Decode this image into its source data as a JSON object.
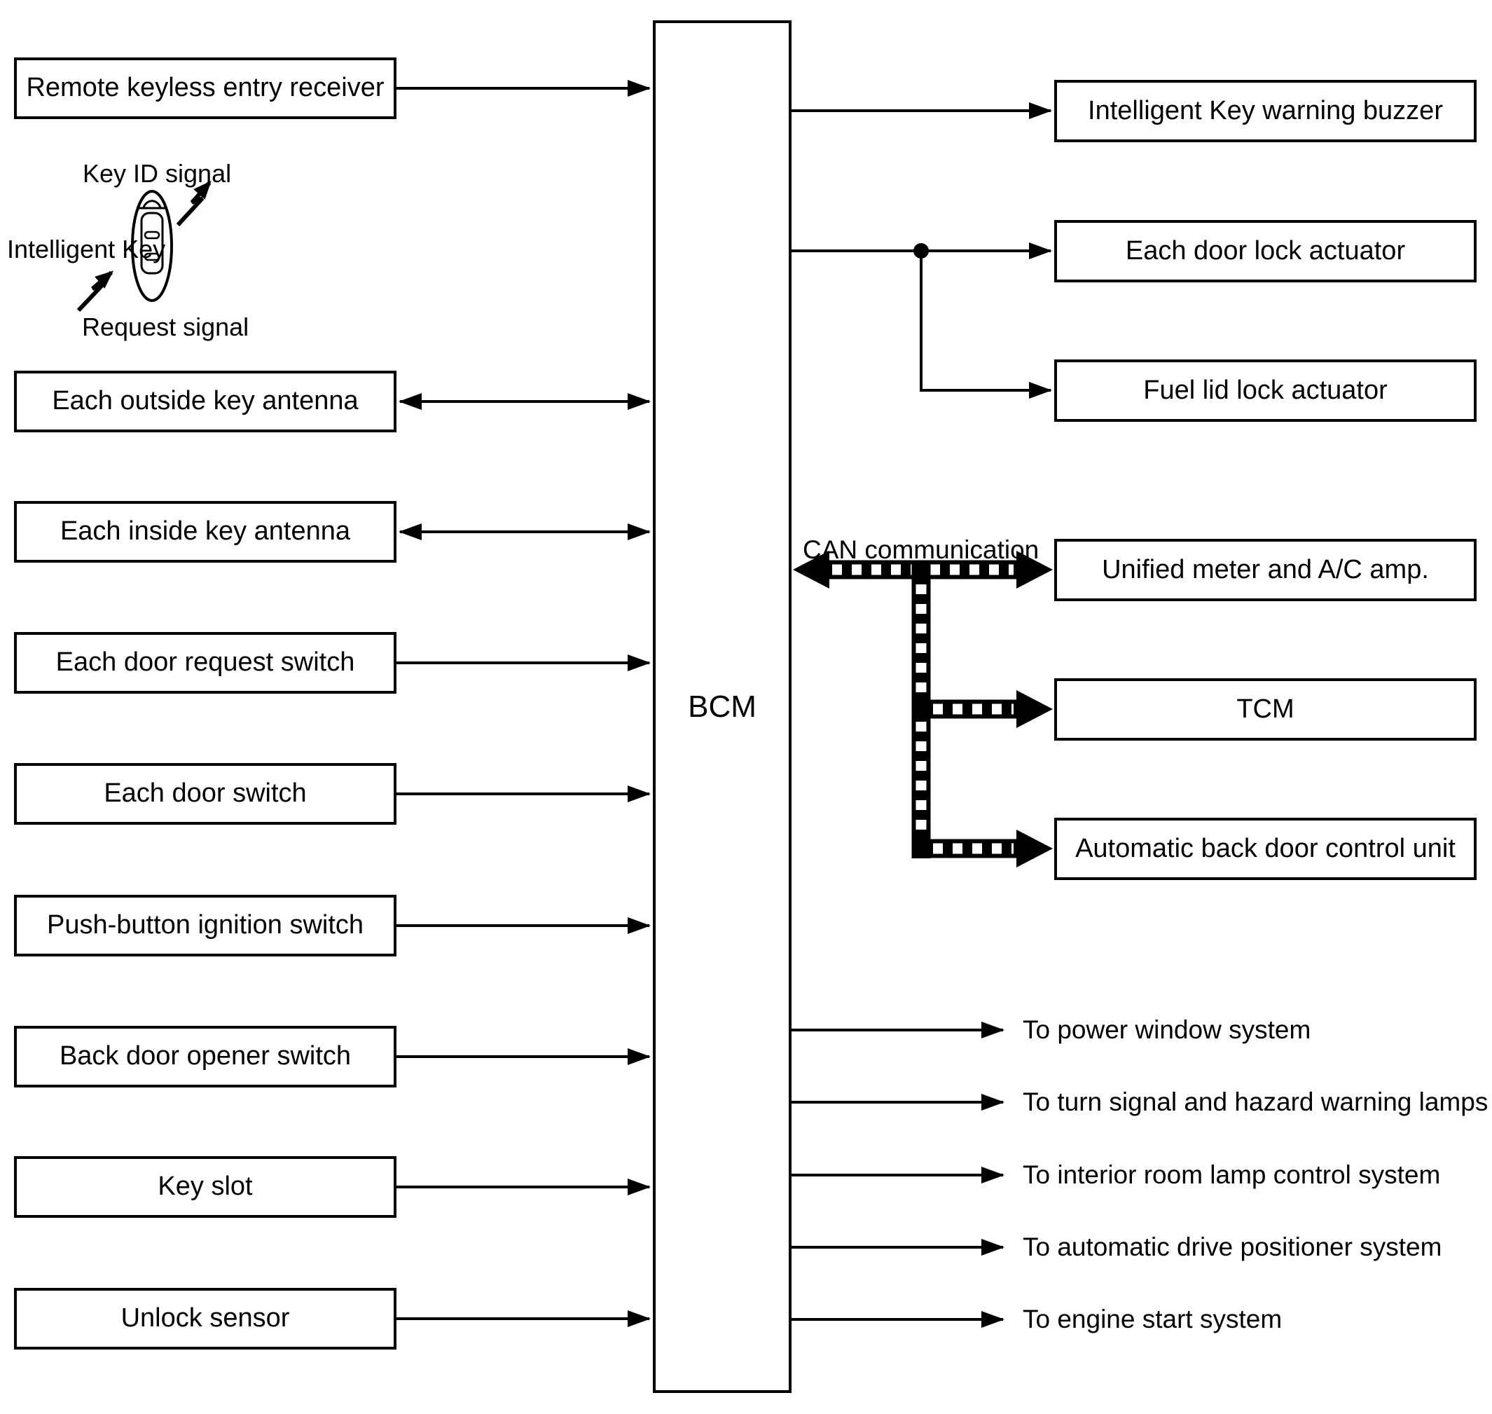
{
  "title": "Intelligent Key system block diagram",
  "colors": {
    "ink": "#000000",
    "paper": "#ffffff"
  },
  "bcm": {
    "label": "BCM"
  },
  "can": {
    "label": "CAN communication",
    "style": "checkered-two-way-bus"
  },
  "intelligent_key": {
    "label": "Intelligent Key",
    "key_id_signal": "Key ID signal",
    "request_signal": "Request signal",
    "icon": "key-fob-icon",
    "signal_icons": "radio-signal-zigzag-arrow"
  },
  "left_inputs": [
    {
      "label": "Remote keyless entry receiver",
      "arrow": "to-bcm"
    },
    {
      "label": "Each outside key antenna",
      "arrow": "bidirectional"
    },
    {
      "label": "Each inside key antenna",
      "arrow": "bidirectional"
    },
    {
      "label": "Each door request switch",
      "arrow": "to-bcm"
    },
    {
      "label": "Each door switch",
      "arrow": "to-bcm"
    },
    {
      "label": "Push-button ignition switch",
      "arrow": "to-bcm"
    },
    {
      "label": "Back door opener switch",
      "arrow": "to-bcm"
    },
    {
      "label": "Key slot",
      "arrow": "to-bcm"
    },
    {
      "label": "Unlock sensor",
      "arrow": "to-bcm"
    }
  ],
  "right_outputs": [
    {
      "label": "Intelligent Key warning buzzer",
      "link": "direct-arrow"
    },
    {
      "label": "Each door lock actuator",
      "link": "direct-arrow-with-junction"
    },
    {
      "label": "Fuel lid lock actuator",
      "link": "branch-from-door-lock-junction"
    },
    {
      "label": "Unified meter and A/C amp.",
      "link": "can-bus"
    },
    {
      "label": "TCM",
      "link": "can-bus-branch"
    },
    {
      "label": "Automatic back door control unit",
      "link": "can-bus-branch"
    }
  ],
  "system_outputs": [
    {
      "label": "To power window system"
    },
    {
      "label": "To turn signal and hazard warning lamps"
    },
    {
      "label": "To interior room lamp control system"
    },
    {
      "label": "To automatic drive positioner system"
    },
    {
      "label": "To engine start system"
    }
  ]
}
